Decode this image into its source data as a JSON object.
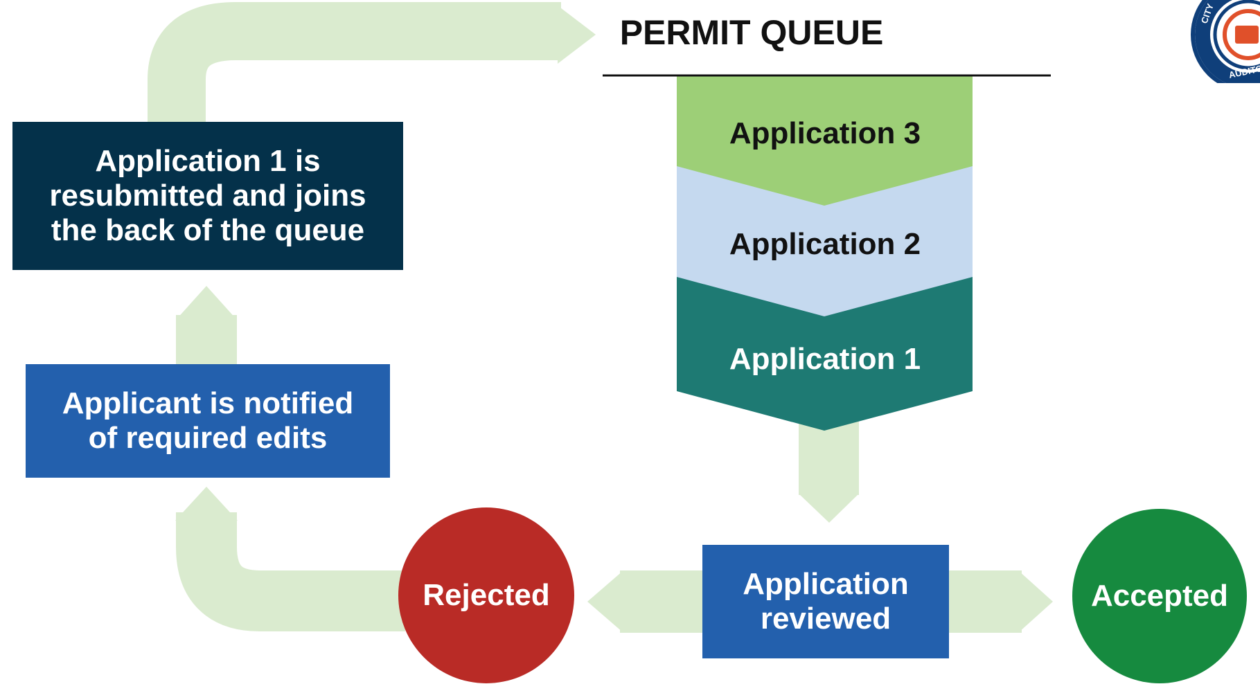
{
  "title": "PERMIT QUEUE",
  "queue": [
    {
      "label": "Application 3",
      "color": "#9dcf77",
      "text_color": "#111111"
    },
    {
      "label": "Application 2",
      "color": "#c5d9ef",
      "text_color": "#111111"
    },
    {
      "label": "Application 1",
      "color": "#1e7a73",
      "text_color": "#ffffff"
    }
  ],
  "nodes": {
    "resubmitted": {
      "text": "Application 1 is resubmitted and joins the back of the queue",
      "color": "#04314a"
    },
    "notified": {
      "text": "Applicant is notified of required edits",
      "color": "#2360ad"
    },
    "reviewed": {
      "text": "Application reviewed",
      "color": "#2360ad"
    },
    "rejected": {
      "text": "Rejected",
      "color": "#b92b26"
    },
    "accepted": {
      "text": "Accepted",
      "color": "#168a3f"
    }
  },
  "arrow_color": "#daebcf",
  "logo": {
    "text_top": "CITY",
    "text_bottom": "AUDITOR",
    "ring_color": "#0f3f7a",
    "accent_color": "#e0502a"
  }
}
